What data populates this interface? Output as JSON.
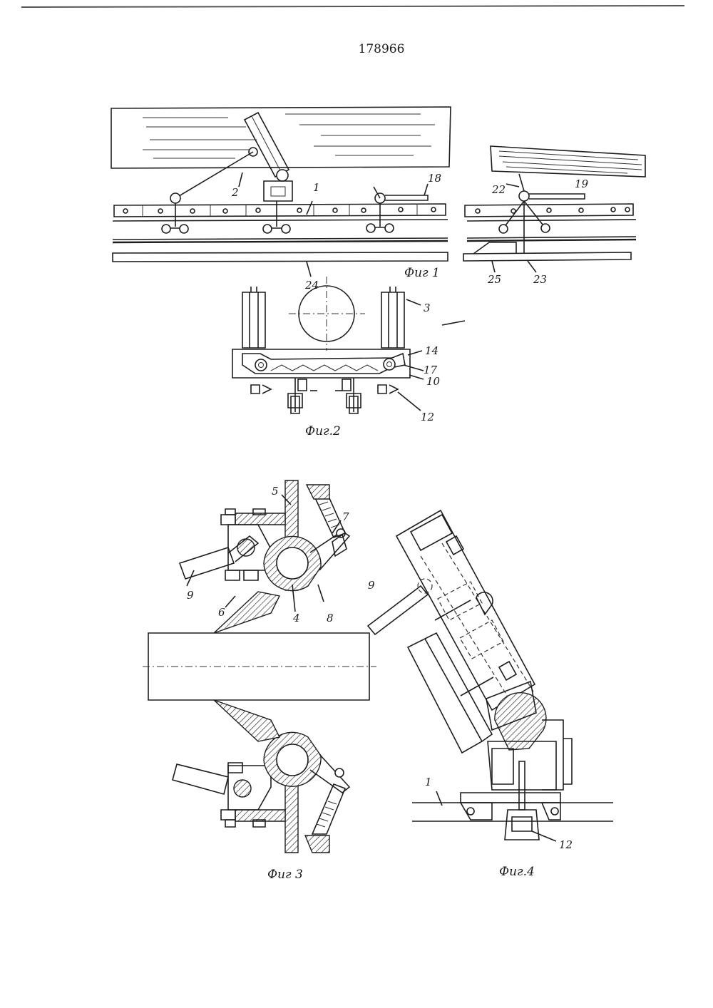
{
  "document": {
    "patent_number": "178966",
    "figures": [
      {
        "caption": "Фиг 1",
        "labels": [
          "1",
          "2",
          "18",
          "24",
          "19",
          "22",
          "23",
          "25"
        ]
      },
      {
        "caption": "Фиг.2",
        "labels": [
          "3",
          "14",
          "17",
          "10",
          "12"
        ]
      },
      {
        "caption": "Фиг 3",
        "labels": [
          "5",
          "7",
          "9",
          "6",
          "4",
          "8"
        ]
      },
      {
        "caption": "Фиг.4",
        "labels": [
          "9",
          "1",
          "12"
        ]
      }
    ]
  }
}
